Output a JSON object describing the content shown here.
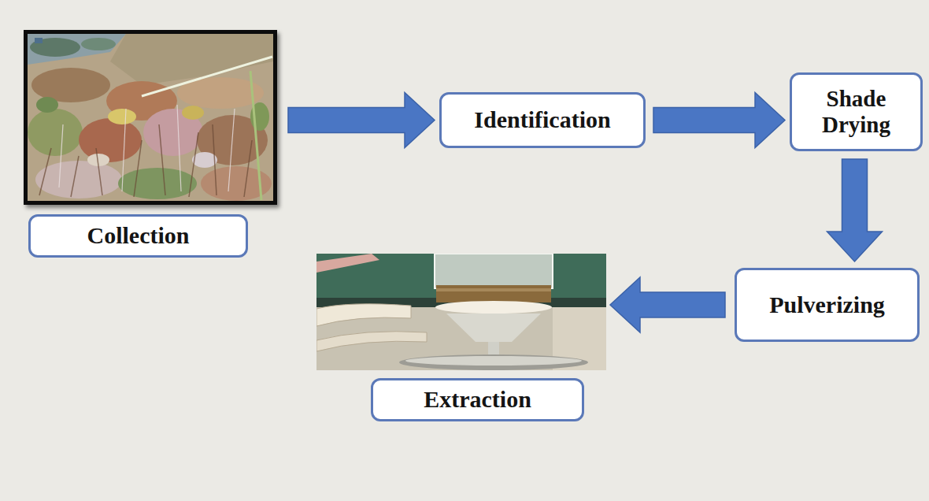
{
  "diagram": {
    "nodes": [
      {
        "text": [
          "Collection"
        ]
      },
      {
        "text": [
          "Identification"
        ]
      },
      {
        "text": [
          "Shade Drying"
        ]
      },
      {
        "text": [
          "Pulverizing"
        ]
      },
      {
        "text": [
          "Extraction"
        ]
      }
    ],
    "edges": [
      {
        "from": 0,
        "to": 1,
        "arrow": "to"
      },
      {
        "from": 1,
        "to": 2,
        "arrow": "to"
      },
      {
        "from": 2,
        "to": 3,
        "arrow": "to"
      },
      {
        "from": 3,
        "to": 4,
        "arrow": "to"
      }
    ]
  }
}
